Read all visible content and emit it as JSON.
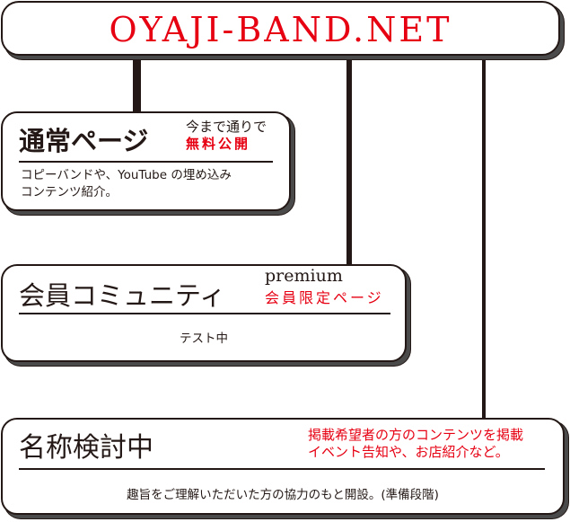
{
  "header": {
    "title": "OYAJI-BAND.NET",
    "title_color": "#e60012"
  },
  "colors": {
    "accent_red": "#e60012",
    "ink": "#231815",
    "shadow": "#4a4a4a"
  },
  "sections": [
    {
      "heading": "通常ページ",
      "subtitle_line1": "今まで通りで",
      "subtitle_line2": "無料公開",
      "body_line1": "コピーバンドや、YouTube の埋め込み",
      "body_line2": "コンテンツ紹介。"
    },
    {
      "heading": "会員コミュニティ",
      "tag": "premium",
      "subtitle": "会員限定ページ",
      "body": "テスト中"
    },
    {
      "heading": "名称検討中",
      "subtitle_line1": "掲載希望者の方のコンテンツを掲載",
      "subtitle_line2": "イベント告知や、お店紹介など。",
      "body": "趣旨をご理解いただいた方の協力のもと開設。(準備段階)"
    }
  ]
}
